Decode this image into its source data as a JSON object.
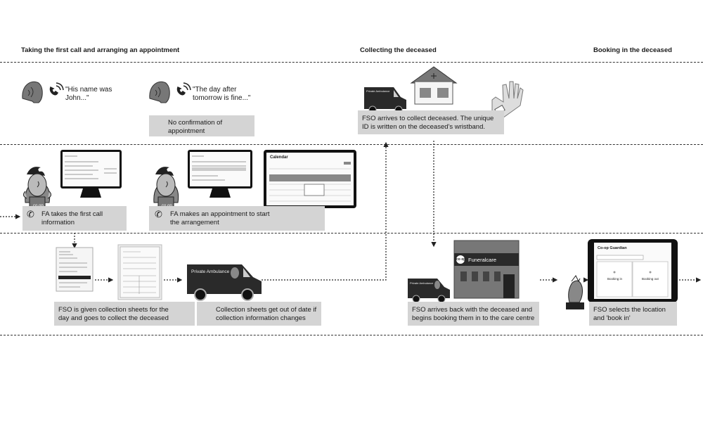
{
  "stages": {
    "first_call": "Taking the first call and arranging an appointment",
    "collecting": "Collecting the deceased",
    "booking": "Booking in the deceased"
  },
  "quotes": {
    "q1": "\"His name was\nJohn...\"",
    "q2": "\"The day after\ntomorrow is fine...\""
  },
  "notes": {
    "no_confirmation": "No confirmation of\nappointment",
    "fso_arrives": "FSO arrives to collect deceased. The unique\nID is written on the deceased's wristband.",
    "fa_first_call": "FA takes the first call\ninformation",
    "fa_appointment": "FA makes an appointment to start\nthe arrangement",
    "fso_sheets": "FSO is given collection sheets for the\nday and goes to collect the deceased",
    "sheets_out_of_date": "Collection sheets get out of date if\ncollection information changes",
    "fso_back": "FSO arrives back with the deceased and\nbegins booking them in to the care centre",
    "fso_selects": "FSO selects the location\nand 'book in'"
  },
  "labels": {
    "calendar": "Calendar",
    "private_ambulance": "Private Ambulance",
    "funeralcare": "Funeralcare",
    "coop_logo": "co op",
    "tablet_title": "Co-op Guardian",
    "booking_in": "Booking in",
    "booking_out": "Booking out"
  },
  "colors": {
    "note_bg": "#d4d4d4",
    "line": "#333333"
  }
}
